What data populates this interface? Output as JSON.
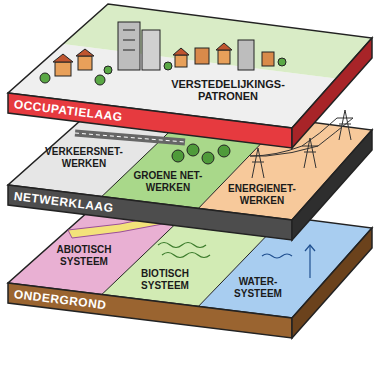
{
  "diagram": {
    "nodes": [
      {
        "text": [
          "OCCUPATIELAAG"
        ]
      },
      {
        "text": [
          "VERSTEDELIJKINGS- PATRONEN"
        ],
        "in": 0
      },
      {
        "text": [
          "NETWERKLAAG"
        ]
      },
      {
        "text": [
          "VERKEERSNET- WERKEN"
        ],
        "in": 2
      },
      {
        "text": [
          "GROENE NET- WERKEN"
        ],
        "in": 2
      },
      {
        "text": [
          "ENERGIENET- WERKEN"
        ],
        "in": 2
      },
      {
        "text": [
          "ONDERGROND"
        ]
      },
      {
        "text": [
          "ABIOTISCH SYSTEEM"
        ],
        "in": 6
      },
      {
        "text": [
          "BIOTISCH SYSTEEM"
        ],
        "in": 6
      },
      {
        "text": [
          "WATER- SYSTEEM"
        ],
        "in": 6
      }
    ]
  }
}
